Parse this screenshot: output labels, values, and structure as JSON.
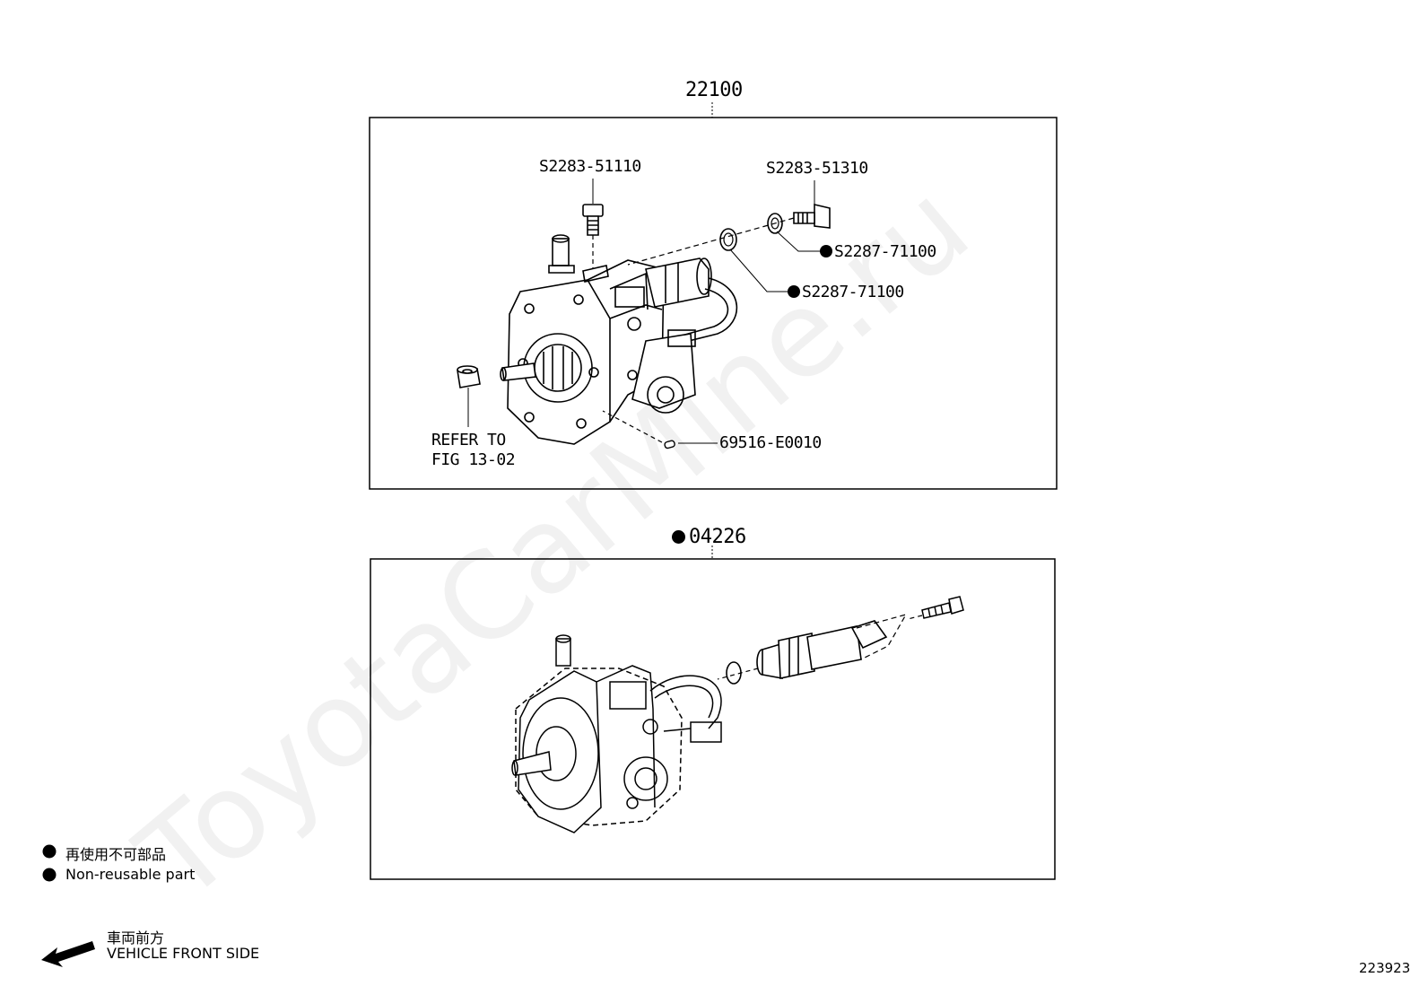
{
  "watermark": "ToyotaCarMine.ru",
  "upper_group": {
    "title": "22100",
    "callouts": {
      "screw_left": "S2283-51110",
      "screw_right": "S2283-51310",
      "gasket_outer": "S2287-71100",
      "gasket_inner": "S2287-71100",
      "pin": "69516-E0010",
      "refer_line1": "REFER TO",
      "refer_line2": "FIG 13-02"
    }
  },
  "lower_group": {
    "title": "04226"
  },
  "legend": {
    "jp": "再使用不可部品",
    "en": "Non-reusable part"
  },
  "direction": {
    "jp": "車両前方",
    "en": "VEHICLE FRONT SIDE"
  },
  "figure_id": "223923"
}
